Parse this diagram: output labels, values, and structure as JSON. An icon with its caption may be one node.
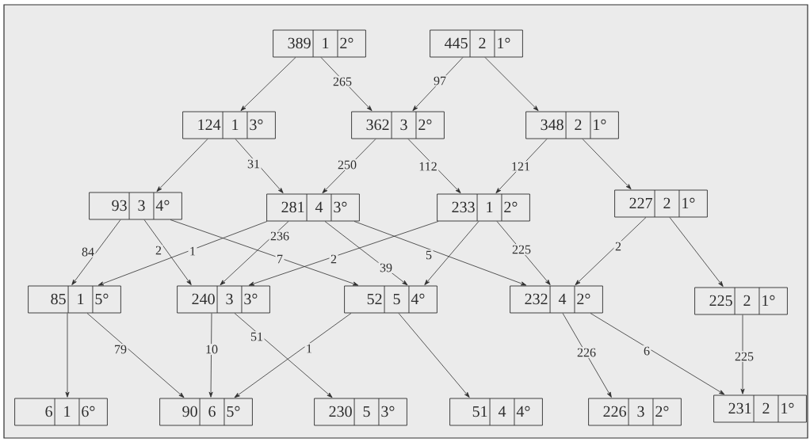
{
  "diagram": {
    "nodes": [
      {
        "text": [
          "389",
          "1",
          "2°"
        ]
      },
      {
        "text": [
          "445",
          "2",
          "1°"
        ]
      },
      {
        "text": [
          "124",
          "1",
          "3°"
        ]
      },
      {
        "text": [
          "362",
          "3",
          "2°"
        ]
      },
      {
        "text": [
          "348",
          "2",
          "1°"
        ]
      },
      {
        "text": [
          "93",
          "3",
          "4°"
        ]
      },
      {
        "text": [
          "281",
          "4",
          "3°"
        ]
      },
      {
        "text": [
          "233",
          "1",
          "2°"
        ]
      },
      {
        "text": [
          "227",
          "2",
          "1°"
        ]
      },
      {
        "text": [
          "85",
          "1",
          "5°"
        ]
      },
      {
        "text": [
          "240",
          "3",
          "3°"
        ]
      },
      {
        "text": [
          "52",
          "5",
          "4°"
        ]
      },
      {
        "text": [
          "232",
          "4",
          "2°"
        ]
      },
      {
        "text": [
          "225",
          "2",
          "1°"
        ]
      },
      {
        "text": [
          "6",
          "1",
          "6°"
        ]
      },
      {
        "text": [
          "90",
          "6",
          "5°"
        ]
      },
      {
        "text": [
          "230",
          "5",
          "3°"
        ]
      },
      {
        "text": [
          "51",
          "4",
          "4°"
        ]
      },
      {
        "text": [
          "226",
          "3",
          "2°"
        ]
      },
      {
        "text": [
          "231",
          "2",
          "1°"
        ]
      }
    ],
    "edges": [
      {
        "from": 0,
        "to": 2,
        "arrow": "to"
      },
      {
        "from": 0,
        "to": 3,
        "arrow": "to",
        "label": "265"
      },
      {
        "from": 1,
        "to": 3,
        "arrow": "to",
        "label": "97"
      },
      {
        "from": 1,
        "to": 4,
        "arrow": "to"
      },
      {
        "from": 2,
        "to": 5,
        "arrow": "to"
      },
      {
        "from": 2,
        "to": 6,
        "arrow": "to",
        "label": "31"
      },
      {
        "from": 3,
        "to": 6,
        "arrow": "to",
        "label": "250"
      },
      {
        "from": 3,
        "to": 7,
        "arrow": "to",
        "label": "112"
      },
      {
        "from": 4,
        "to": 7,
        "arrow": "to",
        "label": "121"
      },
      {
        "from": 4,
        "to": 8,
        "arrow": "to"
      },
      {
        "from": 5,
        "to": 9,
        "arrow": "to",
        "label": "84"
      },
      {
        "from": 5,
        "to": 10,
        "arrow": "to",
        "label": "2"
      },
      {
        "from": 5,
        "to": 11,
        "arrow": "to",
        "label": "7"
      },
      {
        "from": 6,
        "to": 9,
        "arrow": "to",
        "label": "1"
      },
      {
        "from": 6,
        "to": 10,
        "arrow": "to",
        "label": "236"
      },
      {
        "from": 6,
        "to": 11,
        "arrow": "to",
        "label": "39"
      },
      {
        "from": 6,
        "to": 12,
        "arrow": "to",
        "label": "5"
      },
      {
        "from": 7,
        "to": 10,
        "arrow": "to",
        "label": "2"
      },
      {
        "from": 7,
        "to": 11,
        "arrow": "to"
      },
      {
        "from": 7,
        "to": 12,
        "arrow": "to",
        "label": "225"
      },
      {
        "from": 8,
        "to": 12,
        "arrow": "to",
        "label": "2"
      },
      {
        "from": 8,
        "to": 13,
        "arrow": "to"
      },
      {
        "from": 9,
        "to": 14,
        "arrow": "to"
      },
      {
        "from": 9,
        "to": 15,
        "arrow": "to",
        "label": "79"
      },
      {
        "from": 10,
        "to": 15,
        "arrow": "to",
        "label": "10"
      },
      {
        "from": 10,
        "to": 16,
        "arrow": "to",
        "label": "51"
      },
      {
        "from": 11,
        "to": 15,
        "arrow": "to",
        "label": "1"
      },
      {
        "from": 11,
        "to": 17,
        "arrow": "to"
      },
      {
        "from": 12,
        "to": 18,
        "arrow": "to",
        "label": "226"
      },
      {
        "from": 12,
        "to": 19,
        "arrow": "to",
        "label": "6"
      },
      {
        "from": 13,
        "to": 19,
        "arrow": "to",
        "label": "225"
      }
    ]
  }
}
